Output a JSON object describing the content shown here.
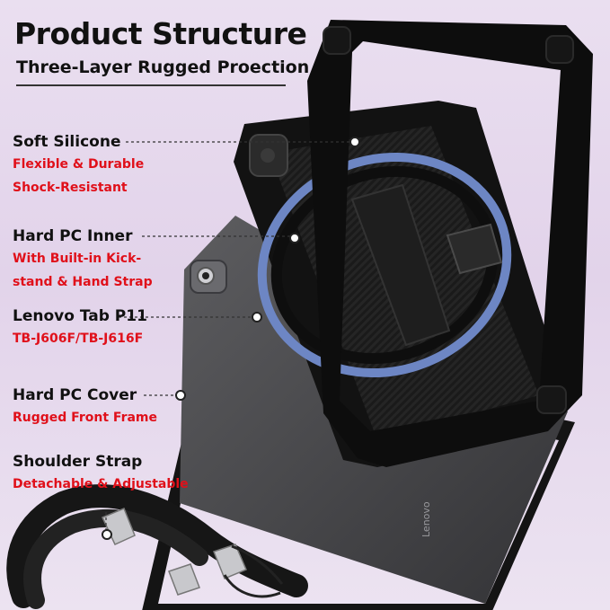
{
  "header": {
    "title": "Product Structure",
    "subtitle": "Three-Layer Rugged Proection"
  },
  "callouts": [
    {
      "name": "Soft Silicone",
      "desc": [
        "Flexible & Durable",
        "Shock-Resistant"
      ]
    },
    {
      "name": "Hard PC Inner",
      "desc": [
        "With Built-in Kick-",
        "stand & Hand Strap"
      ]
    },
    {
      "name": "Lenovo Tab P11",
      "desc": [
        "TB-J606F/TB-J616F"
      ]
    },
    {
      "name": "Hard PC Cover",
      "desc": [
        "Rugged Front Frame"
      ]
    },
    {
      "name": "Shoulder Strap",
      "desc": [
        "Detachable & Adjustable"
      ]
    }
  ],
  "tablet_brand": "Lenovo",
  "colors": {
    "title": "#111111",
    "highlight": "#e0101a",
    "case_black": "#151515",
    "ring_blue": "#6d86c4",
    "tablet_grey": "#4a4a4c"
  }
}
